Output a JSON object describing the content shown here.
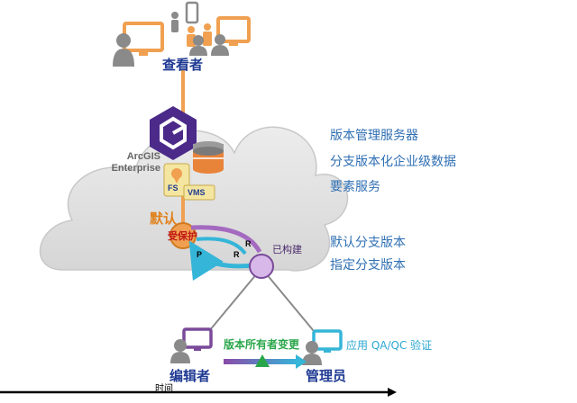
{
  "viewers_label": "查看者",
  "platform_name": "ArcGIS Enterprise",
  "services": [
    "版本管理服务器",
    "分支版本化企业级数据",
    "要素服务"
  ],
  "default_label": "默认",
  "protected_badge": "受保护",
  "built_label": "已构建",
  "branch_labels": [
    "默认分支版本",
    "指定分支版本"
  ],
  "badge_fs": "FS",
  "badge_vms": "VMS",
  "letter_r_top": "R",
  "letter_r_bottom": "R",
  "letter_p": "P",
  "editor_label": "编辑者",
  "admin_label": "管理员",
  "owner_change_label": "版本所有者变更",
  "qaqc_label": "应用 QA/QC 验证",
  "time_label": "时间",
  "colors": {
    "orange": "#f0a050",
    "gray_person": "#8a8a8a",
    "purple": "#7a4a9a",
    "cyan": "#35b5d8",
    "green": "#2aa64a",
    "cloud": "#dcdcdc",
    "platform": "#4b2a8a"
  }
}
